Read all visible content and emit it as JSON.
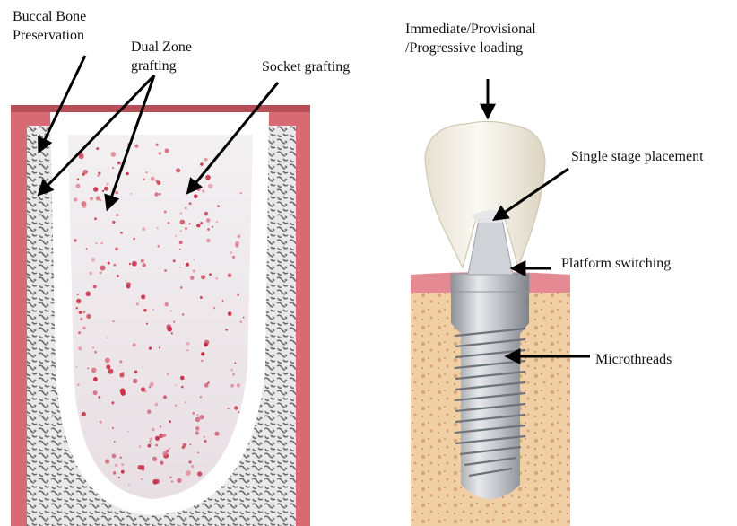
{
  "left_panel": {
    "labels": {
      "buccal_bone_preservation": [
        "Buccal Bone",
        "Preservation"
      ],
      "dual_zone_grafting": [
        "Dual Zone",
        "grafting"
      ],
      "socket_grafting": [
        "Socket grafting"
      ]
    }
  },
  "right_panel": {
    "labels": {
      "loading": [
        "Immediate/Provisional",
        "/Progressive loading"
      ],
      "single_stage_placement": [
        "Single stage placement"
      ],
      "platform_switching": [
        "Platform switching"
      ],
      "microthreads": [
        "Microthreads"
      ]
    }
  },
  "colors": {
    "gingiva": "#e0707a",
    "bone_speckle": "#9a9a9a",
    "graft_dots": "#c8324a",
    "bone_tan": "#f1cfa4",
    "metal": "#b8bcc2",
    "crown": "#f3efe4"
  }
}
